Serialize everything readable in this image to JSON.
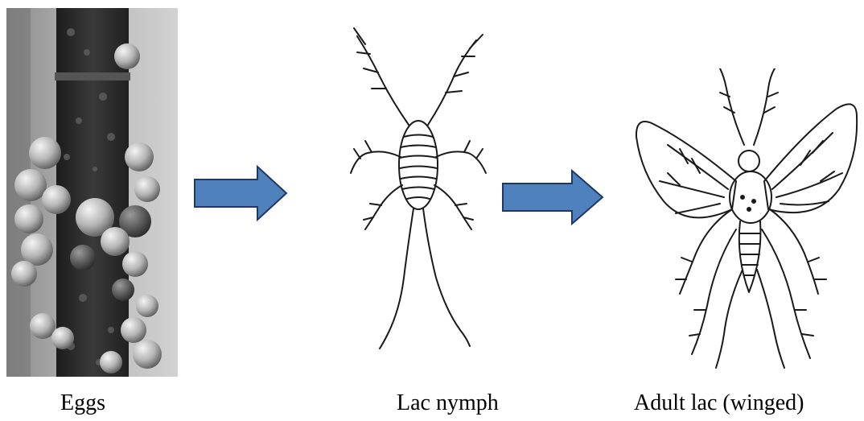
{
  "captions": {
    "eggs": "Eggs",
    "nymph": "Lac nymph",
    "adult": "Adult lac (winged)"
  },
  "colors": {
    "arrow_fill": "#4f81bd",
    "arrow_stroke": "#1f3864",
    "line_art": "#1a1a1a"
  },
  "icons": {
    "arrow": "right-arrow-icon",
    "eggs": "lac-eggs-photo",
    "nymph": "lac-nymph-drawing",
    "adult": "winged-lac-adult-drawing"
  }
}
